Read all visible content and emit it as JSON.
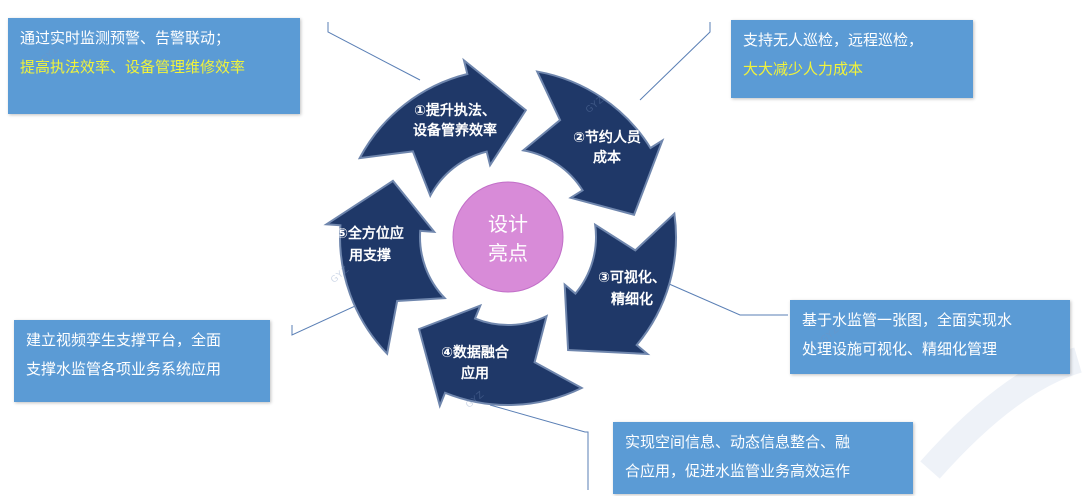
{
  "center": {
    "line1": "设计",
    "line2": "亮点"
  },
  "segments": [
    {
      "line1": "①提升执法、",
      "line2": "设备管养效率"
    },
    {
      "line1": "②节约人员",
      "line2": "成本"
    },
    {
      "line1": "③可视化、",
      "line2": "精细化"
    },
    {
      "line1": "④数据融合",
      "line2": "应用"
    },
    {
      "line1": "⑤全方位应",
      "line2": "用支撑"
    }
  ],
  "callouts": {
    "c1": {
      "line1": "通过实时监测预警、告警联动；",
      "line2": "提高执法效率、设备管理维修效率"
    },
    "c2": {
      "line1": "支持无人巡检，远程巡检，",
      "line2": "大大减少人力成本"
    },
    "c3": {
      "line1": "基于水监管一张图，全面实现水",
      "line2": "处理设施可视化、精细化管理"
    },
    "c4": {
      "line1": "实现空间信息、动态信息整合、融",
      "line2": "合应用，促进水监管业务高效运作"
    },
    "c5": {
      "line1": "建立视频孪生支撑平台，全面",
      "line2": "支撑水监管各项业务系统应用"
    }
  },
  "colors": {
    "segment_fill": "#1f3868",
    "hub_fill": "#d88bd8",
    "callout_bg": "#5b9bd5",
    "highlight_text": "#f1f33a"
  }
}
